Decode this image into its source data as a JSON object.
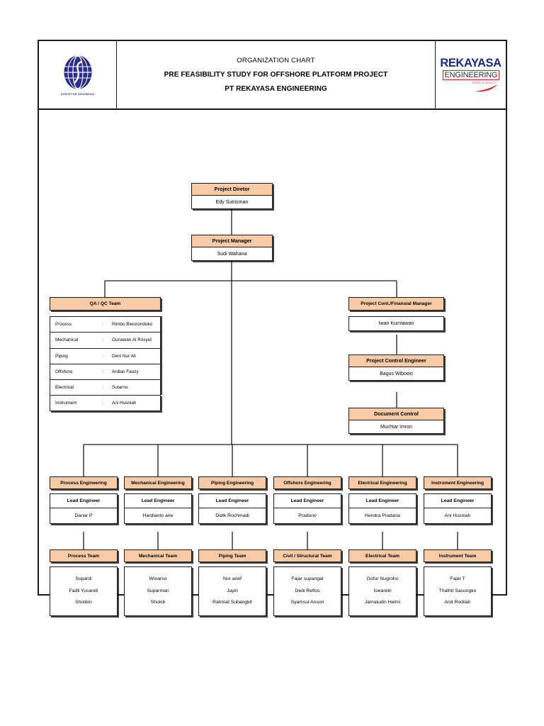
{
  "header": {
    "left_logo": {
      "name": "surveyor-indonesia-logo",
      "caption": "SURVEYOR INDONESIA"
    },
    "titles": {
      "line1": "ORGANIZATION CHART",
      "line2": "PRE FEASIBILITY STUDY FOR OFFSHORE PLATFORM PROJECT",
      "line3": "PT REKAYASA ENGINEERING"
    },
    "right_logo": {
      "name": "rekayasa-engineering-logo",
      "word": "REKAYASA",
      "sub": "ENGINEERING",
      "tagline": "SPEED & QUALITY"
    }
  },
  "colors": {
    "header_fill": "#f8cba6",
    "border": "#1a1a1a",
    "brand_navy": "#1f2a7a",
    "brand_red": "#d81f26"
  },
  "nodes": {
    "director": {
      "title": "Project Diretor",
      "name": "Edy Sutrisman"
    },
    "manager": {
      "title": "Project Manager",
      "name": "Sudi Wahana"
    },
    "qa_qc": {
      "title": "QA / QC Team",
      "separator": ":",
      "rows": [
        {
          "discipline": "Process",
          "name": "Rimbo Biworondoko"
        },
        {
          "discipline": "Mechanical",
          "name": "Gunawan Al Rosyid"
        },
        {
          "discipline": "Piping",
          "name": "Deni Nur Ali"
        },
        {
          "discipline": "Offshore",
          "name": "Ardian Fauzy"
        },
        {
          "discipline": "Electrical",
          "name": "Sutarno"
        },
        {
          "discipline": "Instrument",
          "name": "Ani Husniah"
        }
      ]
    },
    "finance": {
      "title": "Project Cont./Finansial Manager",
      "name": "Iwan Kurniawan"
    },
    "pce": {
      "title": "Project Control Engineer",
      "name": "Bagus Wibowo"
    },
    "doc_control": {
      "title": "Document Control",
      "name": "Muchtar Imron"
    }
  },
  "lead_label": "Lead Engineer",
  "disciplines": [
    {
      "title": "Process Engineering",
      "lead": "Danar P",
      "team_title": "Process Team",
      "members": [
        "Supardi",
        "Fadli Yusandi",
        "Sholikin"
      ]
    },
    {
      "title": "Mechanical Engineering",
      "lead": "Hardianto arie",
      "team_title": "Mechanical Team",
      "members": [
        "Winarso",
        "Suparman",
        "Shokib"
      ]
    },
    {
      "title": "Piping Engineering",
      "lead": "Didik Rochmadi",
      "team_title": "Piping Team",
      "members": [
        "Nur arief",
        "Jayin",
        "Rahmat Subangkit"
      ]
    },
    {
      "title": "Offshore Engineering",
      "lead": "Pradono",
      "team_title": "Civil / Structural Team",
      "members": [
        "Fajar supangat",
        "Dedi Reflos",
        "Syamsul Ansori"
      ]
    },
    {
      "title": "Electrical Engineering",
      "lead": "Hendra Pradana",
      "team_title": "Electrical Team",
      "members": [
        "Gofur Nugroho",
        "Iswandri",
        "Jamaludin Helmi"
      ]
    },
    {
      "title": "Instrument Engineering",
      "lead": "Ani Husniah",
      "team_title": "Instrument Team",
      "members": [
        "Fajar T",
        "Thathit Sasongko",
        "Arid Rodilah"
      ]
    }
  ]
}
